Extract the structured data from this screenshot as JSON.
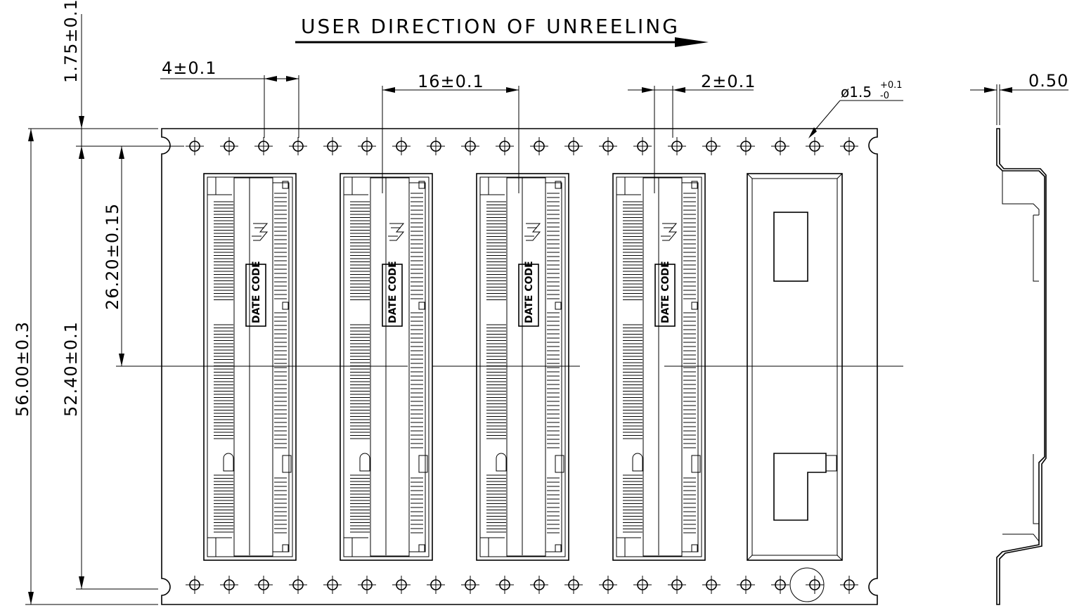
{
  "title": "USER DIRECTION OF UNREELING",
  "dimensions": {
    "top_offset": "1.75±0.1",
    "hole_pitch": "4±0.1",
    "part_pitch": "16±0.1",
    "hole_offset": "2±0.1",
    "hole_dia_prefix": "ø1.5",
    "hole_dia_tol_plus": "+0.1",
    "hole_dia_tol_minus": "-0",
    "thickness": "0.50",
    "half_width": "26.20±0.15",
    "hole_span": "52.40±0.1",
    "tape_width": "56.00±0.3"
  },
  "components": [
    {
      "date_code": "DATE CODE",
      "logo": "logo-icon"
    },
    {
      "date_code": "DATE CODE",
      "logo": "logo-icon"
    },
    {
      "date_code": "DATE CODE",
      "logo": "logo-icon"
    },
    {
      "date_code": "DATE CODE",
      "logo": "logo-icon"
    }
  ],
  "empty_pocket_count": 1,
  "sprocket_holes_per_row": 20
}
